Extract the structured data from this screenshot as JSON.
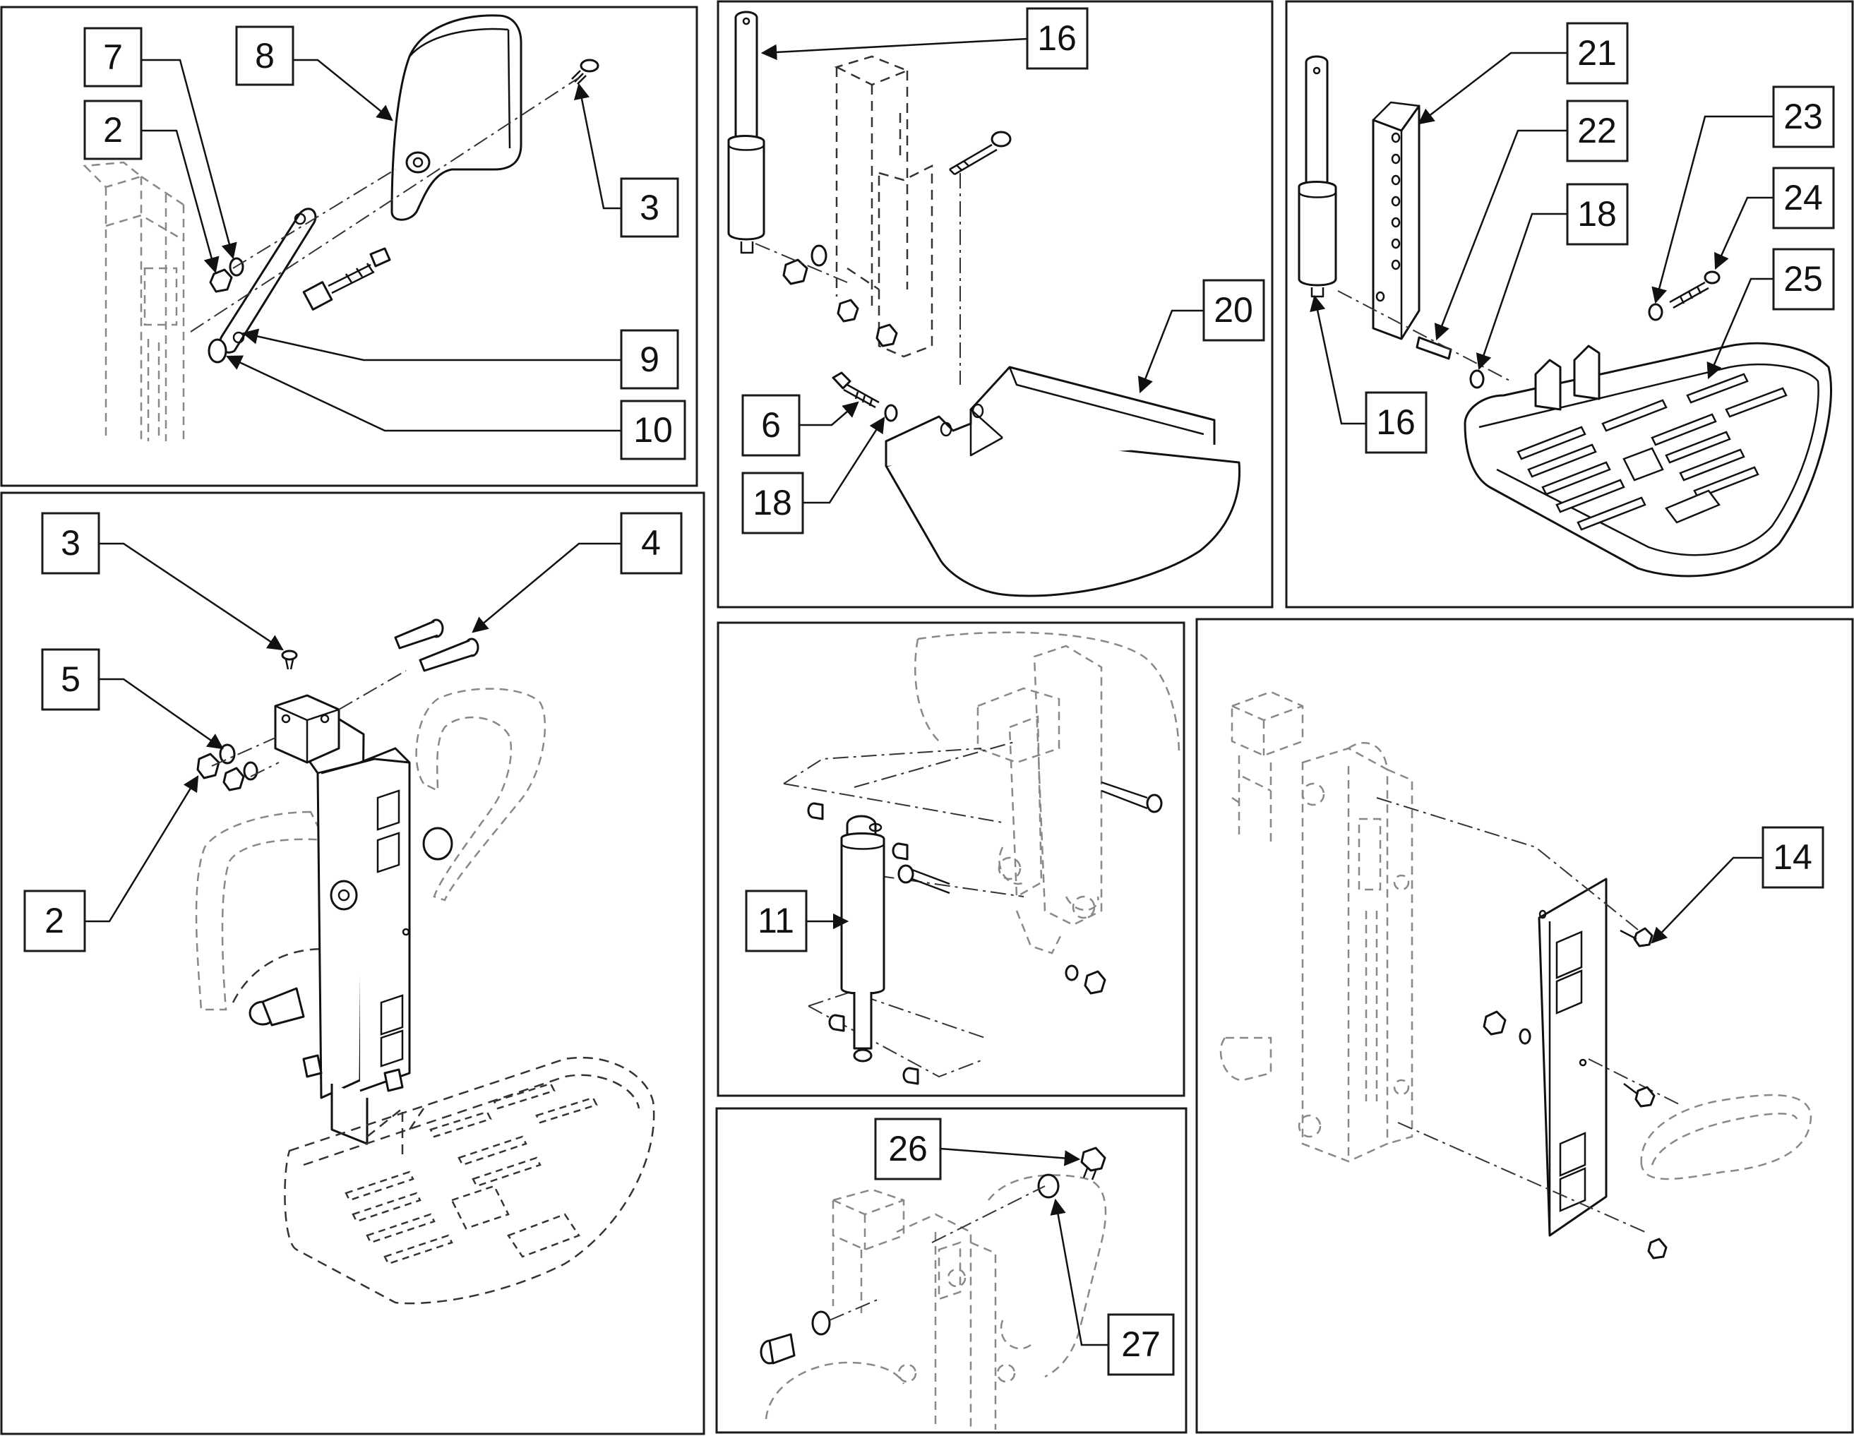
{
  "colors": {
    "line": "#111111",
    "ghost": "#888888",
    "background": "#ffffff"
  },
  "labels": {
    "p1_7": "7",
    "p1_8": "8",
    "p1_2": "2",
    "p1_3": "3",
    "p1_9": "9",
    "p1_10": "10",
    "p2_16": "16",
    "p2_20": "20",
    "p2_6": "6",
    "p2_18": "18",
    "p3_21": "21",
    "p3_22": "22",
    "p3_18": "18",
    "p3_23": "23",
    "p3_24": "24",
    "p3_25": "25",
    "p3_16": "16",
    "p4_3": "3",
    "p4_4": "4",
    "p4_5": "5",
    "p4_2": "2",
    "p5_11": "11",
    "p6_14": "14",
    "p7_26": "26",
    "p7_27": "27"
  }
}
